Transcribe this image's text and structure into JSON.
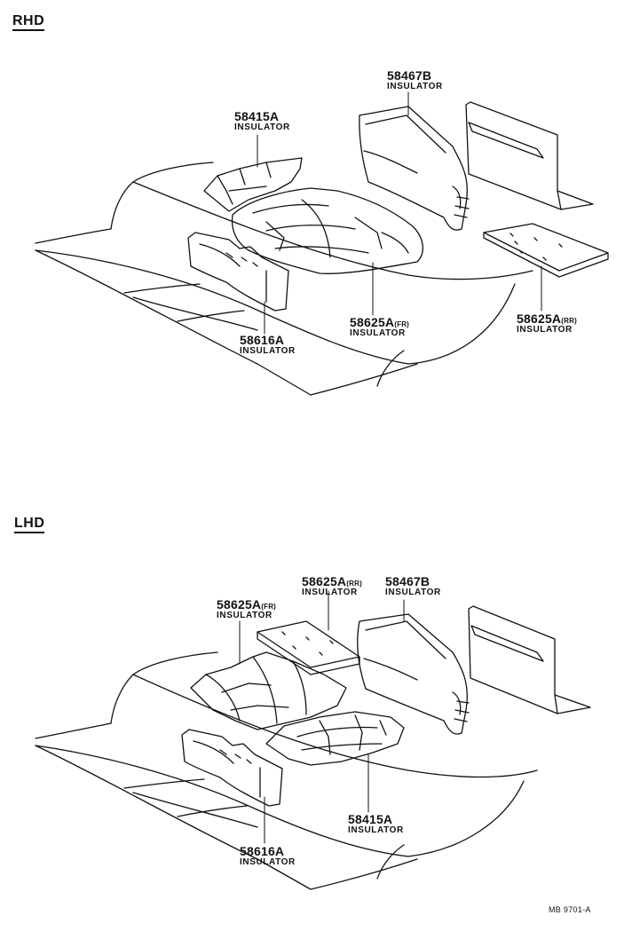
{
  "sections": {
    "top": {
      "label": "RHD"
    },
    "bottom": {
      "label": "LHD"
    }
  },
  "callouts": {
    "rhd": [
      {
        "part": "58467B",
        "suffix": "",
        "name": "INSULATOR"
      },
      {
        "part": "58415A",
        "suffix": "",
        "name": "INSULATOR"
      },
      {
        "part": "58625A",
        "suffix": "(FR)",
        "name": "INSULATOR"
      },
      {
        "part": "58625A",
        "suffix": "(RR)",
        "name": "INSULATOR"
      },
      {
        "part": "58616A",
        "suffix": "",
        "name": "INSULATOR"
      }
    ],
    "lhd": [
      {
        "part": "58625A",
        "suffix": "(RR)",
        "name": "INSULATOR"
      },
      {
        "part": "58467B",
        "suffix": "",
        "name": "INSULATOR"
      },
      {
        "part": "58625A",
        "suffix": "(FR)",
        "name": "INSULATOR"
      },
      {
        "part": "58415A",
        "suffix": "",
        "name": "INSULATOR"
      },
      {
        "part": "58616A",
        "suffix": "",
        "name": "INSULATOR"
      }
    ]
  },
  "footer": {
    "code": "MB 9701-A"
  }
}
